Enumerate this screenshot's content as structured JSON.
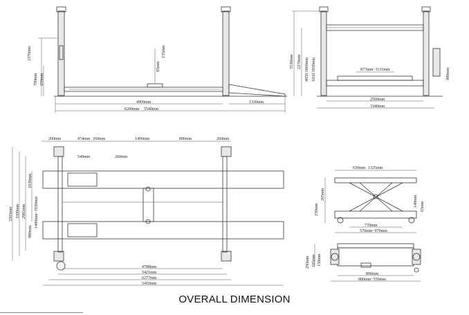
{
  "caption": "OVERALL DIMENSION",
  "views": {
    "side_view": {
      "dims": {
        "d2370": "2370mm",
        "d700": "700mm",
        "d250": "250mm",
        "d4909": "4909mm",
        "d6200": "6200mm",
        "d5540": "5540mm",
        "d1330": "1330mm",
        "d85": "85mm",
        "d135": "135mm"
      }
    },
    "front_view": {
      "dims": {
        "d3530": "3530mm",
        "d2270": "2270mm",
        "d4850": "4850/1860mm",
        "d1650": "1650/1830mm",
        "d877": "877mm~1133mm",
        "d2560": "2560mm",
        "d3340": "3340mm",
        "d980": "980mm"
      }
    },
    "top_view": {
      "dims": {
        "d200": "200mm",
        "d474": "474mm",
        "d260a": "260mm",
        "d1400": "1400mm",
        "d800a": "800mm",
        "d260b": "260mm",
        "d540": "540mm",
        "d260c": "260mm",
        "d3303": "3303mm",
        "d3300": "3300mm",
        "d2985": "2985mm",
        "d1030": "1030mm",
        "d1480": "1480mm~1930mm",
        "d980b": "980mm",
        "d4788": "4788mm",
        "d5421": "5421mm",
        "d6277": "6277mm",
        "d5410": "5410mm"
      }
    },
    "jack_side_view": {
      "dims": {
        "d650": "650mm",
        "d1325": "1325mm",
        "d205": "205mm",
        "d230": "230mm",
        "d148": "148mm",
        "d65": "65mm",
        "d770": "770mm",
        "d570": "570mm~970mm"
      }
    },
    "jack_front_view": {
      "dims": {
        "d290": "290mm",
        "d185": "185mm",
        "d150": "150mm",
        "d800": "800mm",
        "d880": "880mm~550mm"
      }
    }
  }
}
